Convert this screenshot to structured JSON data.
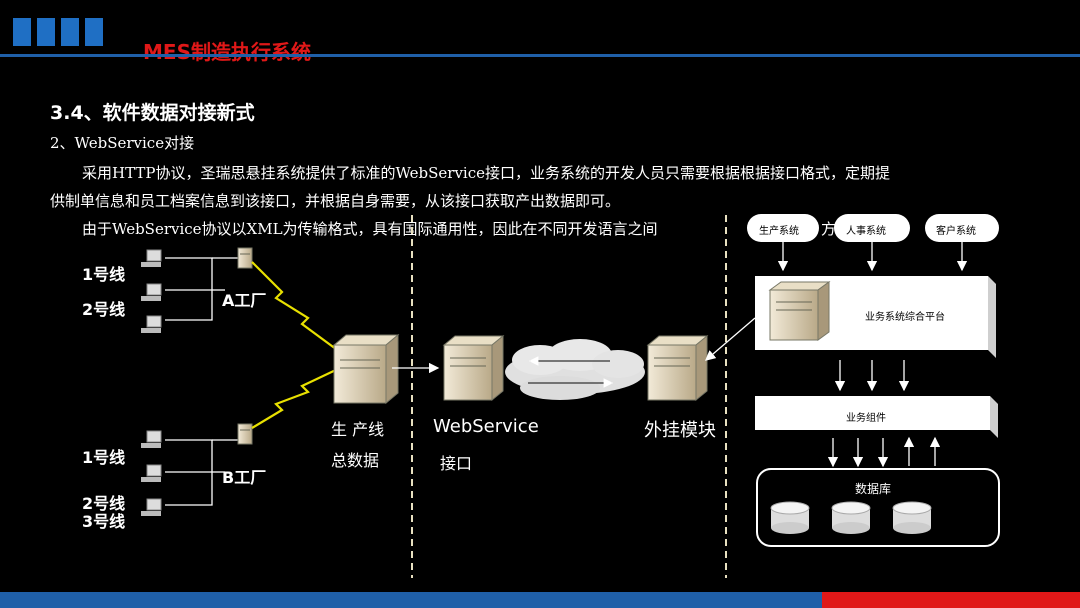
{
  "header": {
    "title": "MES制造执行系统"
  },
  "section_title": "3.4、软件数据对接新式",
  "sub_title": "2、WebService对接",
  "paragraphs": {
    "p1_line1": "采用HTTP协议，圣瑞思悬挂系统提供了标准的WebService接口，业务系统的开发人员只需要根据根据接口格式，定期提",
    "p1_line2": "供制单信息和员工档案信息到该接口，并根据自身需要，从该接口获取产出数据即可。",
    "p2_line1": "由于WebService协议以XML为传输格式，具有国际通用性，因此在不同开发语言之间",
    "p2_tail": "方"
  },
  "diagram": {
    "factory_a": {
      "label": "A工厂",
      "lines": [
        "1号线",
        "2号线"
      ]
    },
    "factory_b": {
      "label": "B工厂",
      "lines": [
        "1号线",
        "2号线",
        "3号线"
      ]
    },
    "production_total": {
      "line1": "生 产线",
      "line2": "总数据"
    },
    "webservice": {
      "line1": "WebService",
      "line2": "接口"
    },
    "plugin_module": "外挂模块",
    "sources": [
      "生产系统",
      "人事系统",
      "客户系统"
    ],
    "platform": "业务系统综合平台",
    "component": "业务组件",
    "database": "数据库"
  }
}
